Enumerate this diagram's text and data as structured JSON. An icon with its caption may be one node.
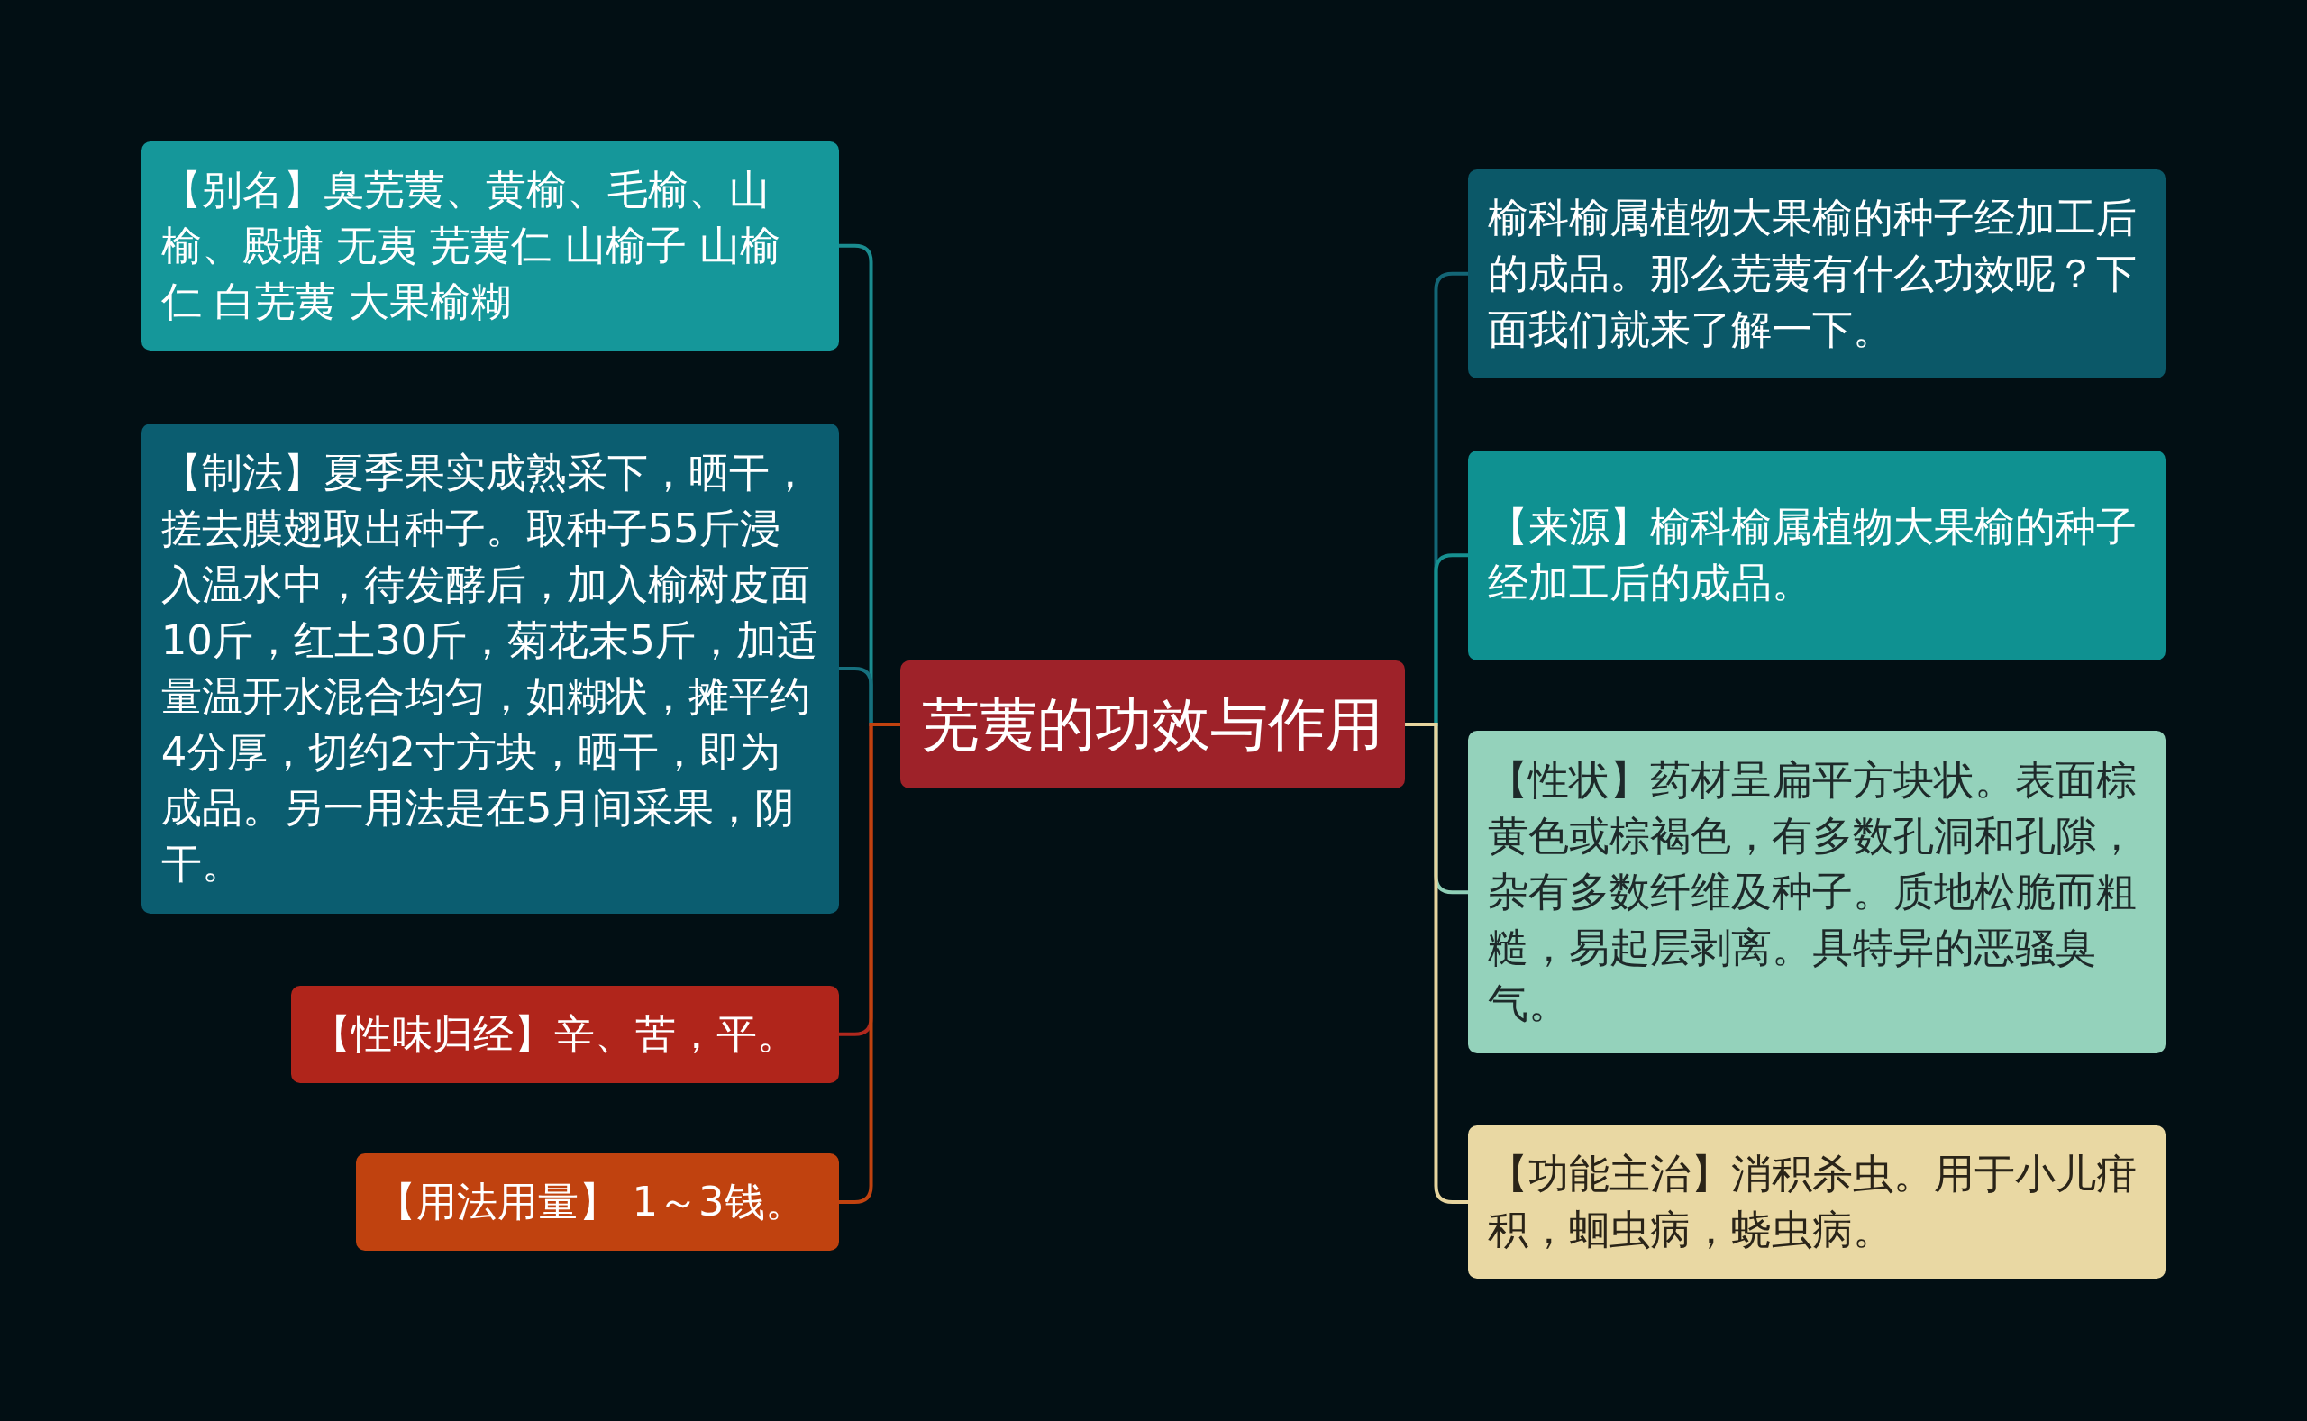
{
  "diagram": {
    "nodes": [
      {
        "text": [
          "芜荑的功效与作用"
        ]
      },
      {
        "text": [
          "【别名】臭芜荑、黄榆、毛榆、山榆、殿塘 无夷 芜荑仁 山榆子 山榆仁 白芜荑 大果榆糊"
        ]
      },
      {
        "text": [
          "【制法】夏季果实成熟采下，晒干，搓去膜翅取出种子。取种子55斤浸入温水中，待发酵后，加入榆树皮面10斤，红土30斤，菊花末5斤，加适量温开水混合均匀，如糊状，摊平约4分厚，切约2寸方块，晒干，即为成品。另一用法是在5月间采果，阴干。"
        ]
      },
      {
        "text": [
          "【性味归经】辛、苦，平。"
        ]
      },
      {
        "text": [
          "【用法用量】 1～3钱。"
        ]
      },
      {
        "text": [
          "榆科榆属植物大果榆的种子经加工后的成品。那么芜荑有什么功效呢？下面我们就来了解一下。"
        ]
      },
      {
        "text": [
          "【来源】榆科榆属植物大果榆的种子经加工后的成品。"
        ]
      },
      {
        "text": [
          "【性状】药材呈扁平方块状。表面棕黄色或棕褐色，有多数孔洞和孔隙，杂有多数纤维及种子。质地松脆而粗糙，易起层剥离。具特异的恶骚臭气。"
        ]
      },
      {
        "text": [
          "【功能主治】消积杀虫。用于小儿疳积，蛔虫病，蛲虫病。"
        ]
      }
    ],
    "edges": [
      {
        "from": 0,
        "to": 1,
        "arrow": "none",
        "color": "#1a8c90"
      },
      {
        "from": 0,
        "to": 2,
        "arrow": "none",
        "color": "#16707e"
      },
      {
        "from": 0,
        "to": 3,
        "arrow": "none",
        "color": "#b0281e"
      },
      {
        "from": 0,
        "to": 4,
        "arrow": "none",
        "color": "#c0420f"
      },
      {
        "from": 0,
        "to": 5,
        "arrow": "none",
        "color": "#136676"
      },
      {
        "from": 0,
        "to": 6,
        "arrow": "none",
        "color": "#169090"
      },
      {
        "from": 0,
        "to": 7,
        "arrow": "none",
        "color": "#8fcfb6"
      },
      {
        "from": 0,
        "to": 8,
        "arrow": "none",
        "color": "#e6d49e"
      }
    ]
  }
}
